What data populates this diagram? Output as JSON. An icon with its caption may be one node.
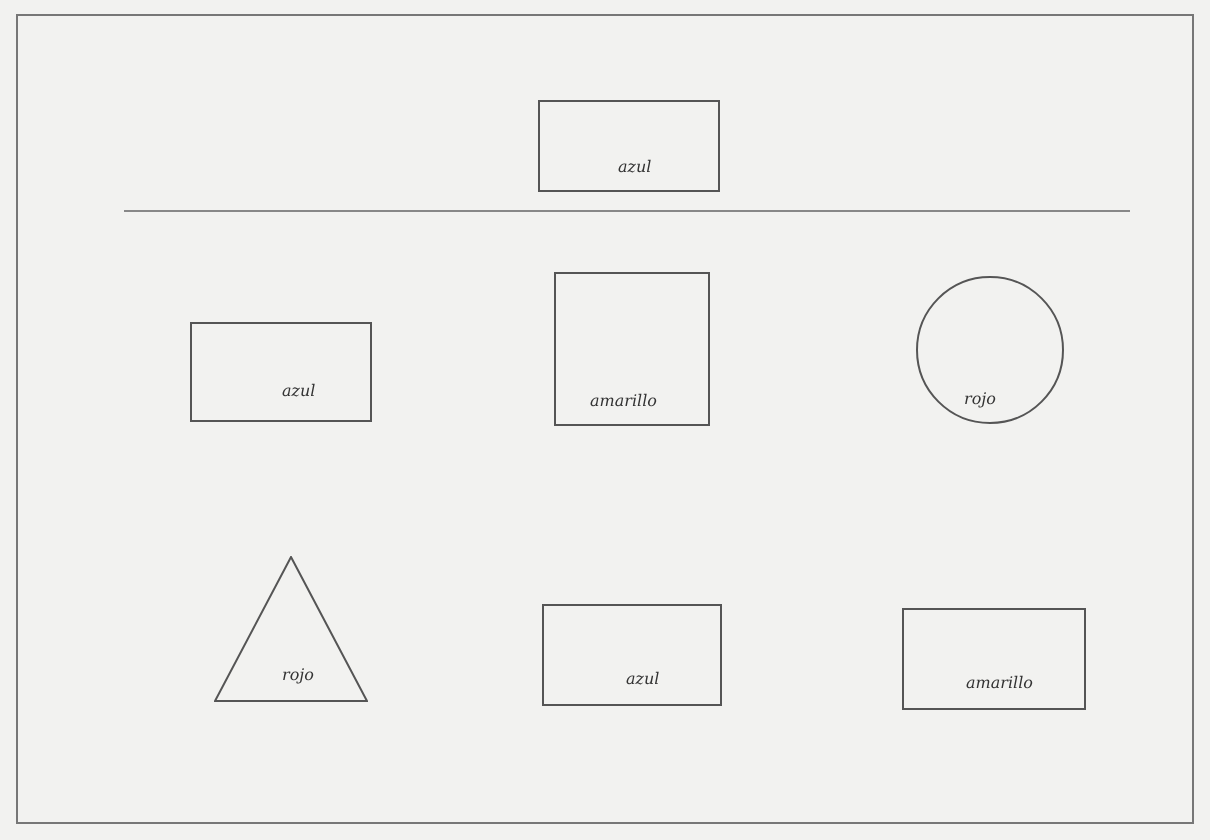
{
  "diagram": {
    "nodes": [
      {
        "text": [
          "azul"
        ]
      },
      {
        "text": [
          "azul"
        ]
      },
      {
        "text": [
          "amarillo"
        ]
      },
      {
        "text": [
          "rojo"
        ]
      },
      {
        "text": [
          "rojo"
        ]
      },
      {
        "text": [
          "azul"
        ]
      },
      {
        "text": [
          "amarillo"
        ]
      }
    ]
  }
}
